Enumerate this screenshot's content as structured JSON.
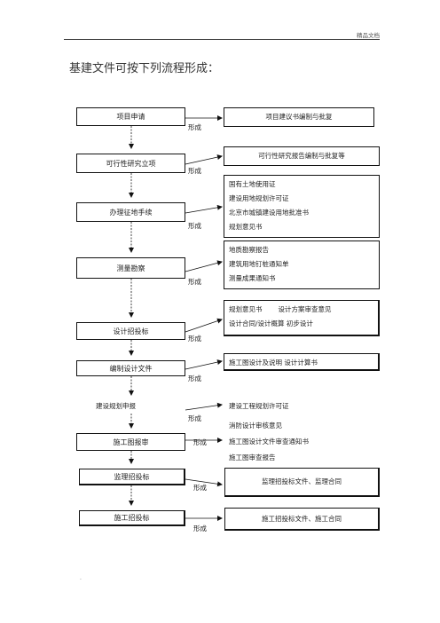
{
  "header": {
    "text": "精品文档"
  },
  "title": "基建文件可按下列流程形成：",
  "formed_label": "形成",
  "steps": [
    {
      "label": "项目申请"
    },
    {
      "label": "可行性研究立项"
    },
    {
      "label": "办理征地手续"
    },
    {
      "label": "测量勘察"
    },
    {
      "label": "设计招投标"
    },
    {
      "label": "编制设计文件"
    },
    {
      "label": "建设规划申报"
    },
    {
      "label": "施工图报审"
    },
    {
      "label": "监理招投标"
    },
    {
      "label": "施工招投标"
    }
  ],
  "outputs": [
    {
      "lines": [
        "项目建议书编制与批复"
      ]
    },
    {
      "lines": [
        "可行性研究报告编制与批复等"
      ]
    },
    {
      "lines": [
        "国有土地使用证",
        "建设用地规划许可证",
        "北京市城镇建设用地批准书",
        "规划意见书"
      ]
    },
    {
      "lines": [
        "地质勘察报告",
        "建筑用地钉桩通知单",
        "测量成果通知书"
      ]
    },
    {
      "lines": [
        "规划意见书",
        "设计合同/设计概算  初步设计"
      ],
      "extra": "设计方案审查意见"
    },
    {
      "lines": [
        "施工图设计及说明  设计计算书"
      ]
    },
    {
      "lines": [
        "建设工程规划许可证"
      ]
    },
    {
      "lines": [
        "消防设计审核意见",
        "施工图设计文件审查通知书",
        "施工图审查报告"
      ]
    },
    {
      "lines": [
        "监理招投标文件、监理合同"
      ]
    },
    {
      "lines": [
        "施工招投标文件、施工合同"
      ]
    }
  ],
  "footer": {
    "mark": "."
  }
}
